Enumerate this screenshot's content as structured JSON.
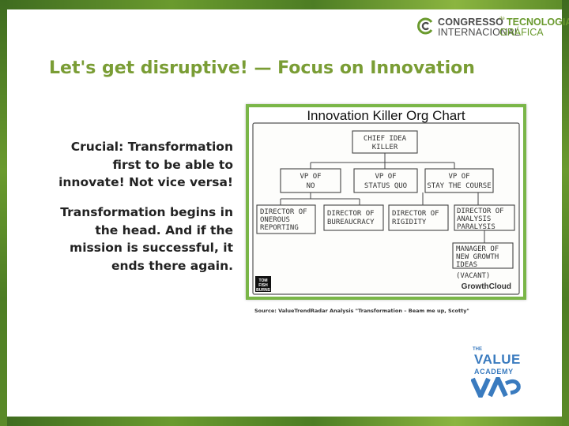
{
  "logo": {
    "word1": "CONGRESSO",
    "word2": "INTERNACIONAL",
    "connector": "de",
    "word3": "TECNOLOGIA",
    "word4": "GRÁFICA",
    "icon": "spiral-c-icon"
  },
  "slide": {
    "title": "Let's get disruptive! — Focus on Innovation",
    "paragraph1": "Crucial: Transformation first to be able to innovate! Not vice versa!",
    "paragraph2": "Transformation begins in the head. And if the mission is successful, it ends there again."
  },
  "cartoon": {
    "title": "Innovation Killer Org Chart",
    "boxes": {
      "chief": [
        "CHIEF IDEA",
        "KILLER"
      ],
      "vp_no": [
        "VP OF",
        "NO"
      ],
      "vp_status": [
        "VP OF",
        "STATUS QUO"
      ],
      "vp_course": [
        "VP OF",
        "STAY THE COURSE"
      ],
      "dir_onerous": [
        "DIRECTOR OF",
        "ONEROUS",
        "REPORTING"
      ],
      "dir_bureaucracy": [
        "DIRECTOR OF",
        "BUREAUCRACY"
      ],
      "dir_rigidity": [
        "DIRECTOR OF",
        "RIGIDITY"
      ],
      "dir_analysis": [
        "DIRECTOR OF",
        "ANALYSIS",
        "PARALYSIS"
      ],
      "manager": [
        "MANAGER OF",
        "NEW GROWTH",
        "IDEAS"
      ]
    },
    "vacant": "(VACANT)",
    "brand": "GrowthCloud",
    "artist": [
      "TOM",
      "FISH",
      "BURNS"
    ]
  },
  "source": "Source: ValueTrendRadar Analysis \"Transformation – Beam me up, Scotty\"",
  "academy": {
    "the": "THE",
    "value": "VALUE",
    "academy": "ACADEMY",
    "mark": "VA"
  },
  "colors": {
    "frame": "#5b8a28",
    "title": "#7a9d35",
    "cartoon_border": "#7ab648",
    "academy_blue": "#3a7bbf"
  }
}
